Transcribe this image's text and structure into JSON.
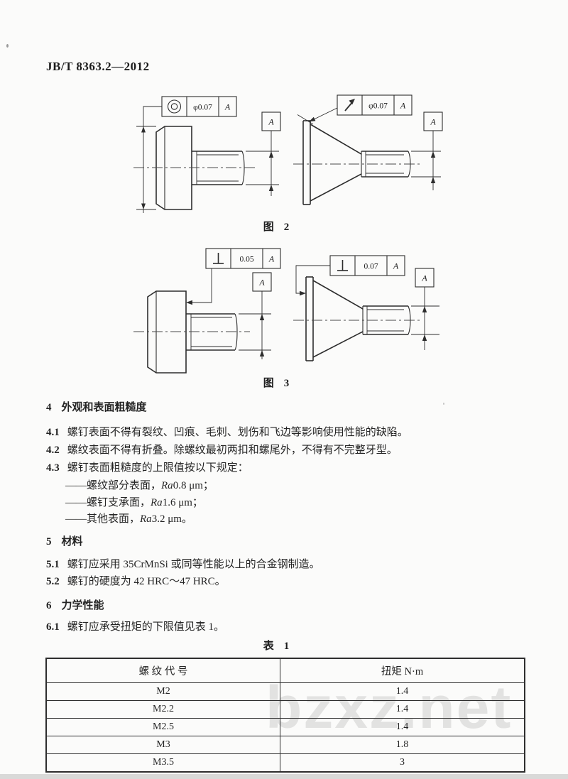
{
  "header": {
    "doc_number": "JB/T 8363.2—2012"
  },
  "figures": {
    "fig2": {
      "caption_label": "图",
      "caption_number": "2",
      "left_frame": {
        "symbol": "concentricity",
        "tolerance": "φ0.07",
        "datum_ref": "A"
      },
      "left_datum": "A",
      "right_frame": {
        "symbol": "circular-runout",
        "tolerance": "φ0.07",
        "datum_ref": "A"
      },
      "right_datum": "A"
    },
    "fig3": {
      "caption_label": "图",
      "caption_number": "3",
      "left_frame": {
        "symbol": "perpendicularity",
        "tolerance": "0.05",
        "datum_ref": "A"
      },
      "left_datum": "A",
      "right_frame": {
        "symbol": "perpendicularity",
        "tolerance": "0.07",
        "datum_ref": "A"
      },
      "right_datum": "A"
    }
  },
  "sections": {
    "s4": {
      "number": "4",
      "title": "外观和表面粗糙度",
      "p41_num": "4.1",
      "p41": "螺钉表面不得有裂纹、凹痕、毛刺、划伤和飞边等影响使用性能的缺陷。",
      "p42_num": "4.2",
      "p42": "螺纹表面不得有折叠。除螺纹最初两扣和螺尾外，不得有不完整牙型。",
      "p43_num": "4.3",
      "p43": "螺钉表面粗糙度的上限值按以下规定：",
      "items": [
        {
          "pre": "——螺纹部分表面，",
          "ra": "Ra",
          "post": "0.8 μm；"
        },
        {
          "pre": "——螺钉支承面，",
          "ra": "Ra",
          "post": "1.6 μm；"
        },
        {
          "pre": "——其他表面，",
          "ra": "Ra",
          "post": "3.2 μm。"
        }
      ]
    },
    "s5": {
      "number": "5",
      "title": "材料",
      "p51_num": "5.1",
      "p51": "螺钉应采用 35CrMnSi 或同等性能以上的合金钢制造。",
      "p52_num": "5.2",
      "p52": "螺钉的硬度为 42 HRC～47 HRC。"
    },
    "s6": {
      "number": "6",
      "title": "力学性能",
      "p61_num": "6.1",
      "p61": "螺钉应承受扭矩的下限值见表 1。"
    }
  },
  "table": {
    "caption_label": "表",
    "caption_number": "1",
    "headers": [
      "螺  纹  代  号",
      "扭矩  N·m"
    ],
    "rows": [
      {
        "code": "M2",
        "torque": "1.4"
      },
      {
        "code": "M2.2",
        "torque": "1.4"
      },
      {
        "code": "M2.5",
        "torque": "1.4"
      },
      {
        "code": "M3",
        "torque": "1.8"
      },
      {
        "code": "M3.5",
        "torque": "3"
      }
    ]
  },
  "watermark": "bzxz.net"
}
